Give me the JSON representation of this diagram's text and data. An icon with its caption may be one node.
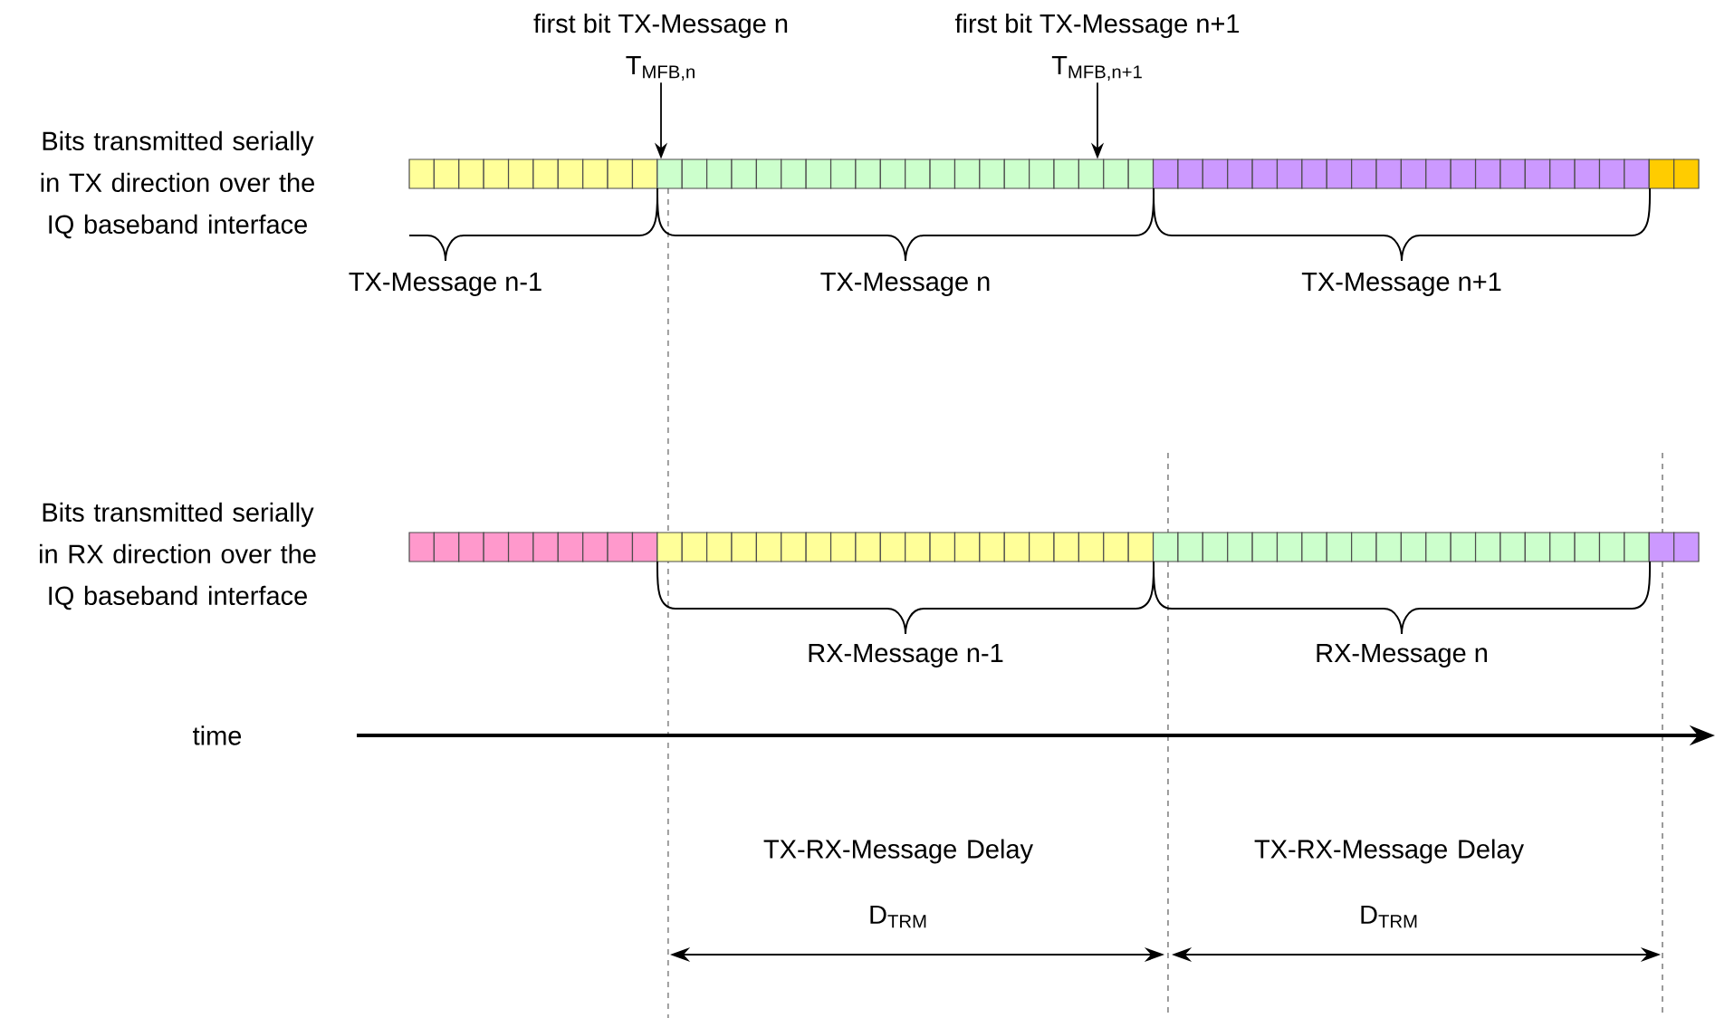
{
  "diagram": {
    "nodes": [
      {
        "text": [
          "first bit TX-Message n",
          "T$_{MFB,n}$"
        ]
      },
      {
        "text": [
          "first bit TX-Message n+1",
          "T$_{MFB,n+1}$"
        ]
      },
      {
        "text": [],
        "shape": "bar"
      }
    ],
    "edges": [
      {
        "from": 0,
        "to": 2,
        "arrow": "to"
      },
      {
        "from": 1,
        "to": 2,
        "arrow": "to"
      }
    ],
    "labels": [
      "Bits transmitted serially in TX direction over the IQ baseband interface",
      "TX-Message n-1",
      "TX-Message n",
      "TX-Message n+1",
      "Bits transmitted serially in RX direction over the IQ baseband interface",
      "RX-Message n-1",
      "RX-Message n",
      "time",
      "TX-RX-Message Delay",
      "D$_{TRM}$",
      "TX-RX-Message Delay",
      "D$_{TRM}$"
    ]
  }
}
